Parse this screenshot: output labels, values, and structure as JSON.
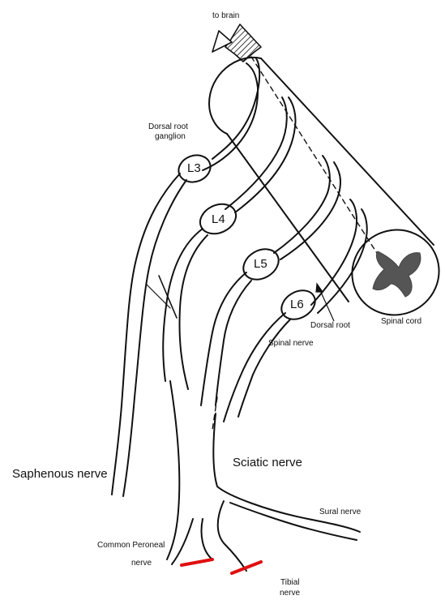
{
  "labels": {
    "to_brain": "to brain",
    "dorsal_root_ganglion_line1": "Dorsal root",
    "dorsal_root_ganglion_line2": "ganglion",
    "dorsal_root": "Dorsal root",
    "spinal_cord": "Spinal cord",
    "spinal_nerve": "Spinal nerve",
    "saphenous_nerve": "Saphenous nerve",
    "sciatic_nerve": "Sciatic nerve",
    "sural_nerve": "Sural nerve",
    "common_peroneal_line1": "Common Peroneal",
    "common_peroneal_line2": "nerve",
    "tibial_line1": "Tibial",
    "tibial_line2": "nerve"
  },
  "segments": [
    "L3",
    "L4",
    "L5",
    "L6"
  ],
  "colors": {
    "outline": "#111111",
    "cord_gray_matter": "#555555",
    "ligation_marks": "#e01010"
  }
}
